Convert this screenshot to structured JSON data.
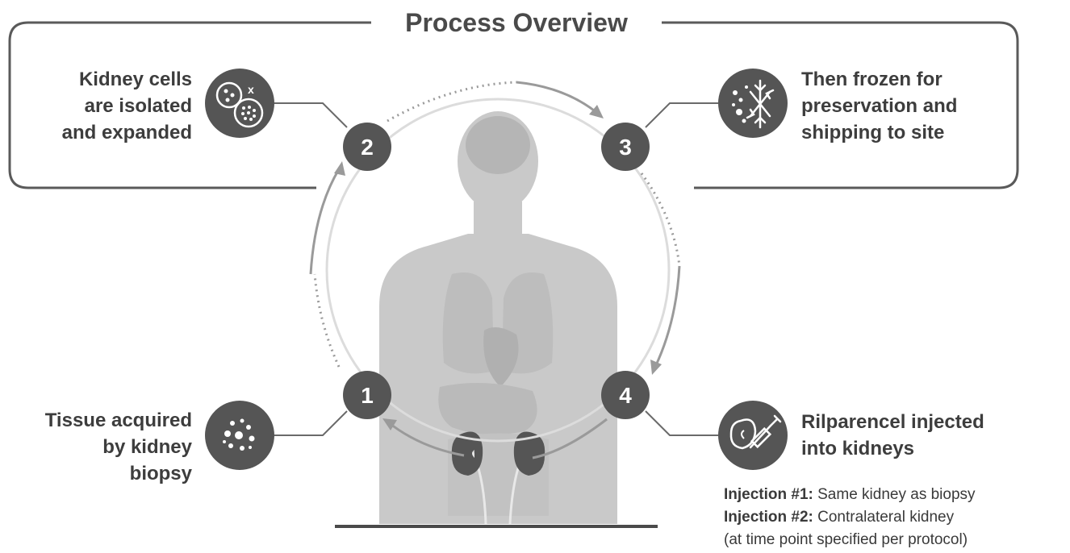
{
  "title": "Process Overview",
  "steps": [
    {
      "number": "1",
      "text": "Tissue acquired\nby kidney\nbiopsy",
      "icon": "cells-dots-icon"
    },
    {
      "number": "2",
      "text": "Kidney cells\nare isolated\nand expanded",
      "icon": "cell-expansion-icon"
    },
    {
      "number": "3",
      "text": "Then frozen for\npreservation and\nshipping to site",
      "icon": "snowflake-icon"
    },
    {
      "number": "4",
      "text": "Rilparencel injected\ninto kidneys",
      "icon": "kidney-syringe-icon"
    }
  ],
  "notes": [
    {
      "label": "Injection #1:",
      "text": " Same kidney as biopsy"
    },
    {
      "label": "Injection #2:",
      "text": " Contralateral kidney"
    },
    {
      "label": "",
      "text": "(at time point specified per protocol)"
    }
  ],
  "colors": {
    "dark_circle": "#555555",
    "frame": "#5a5a5a",
    "body": "#c9c9c9",
    "organs": "#bdbdbd",
    "kidney": "#555555",
    "arrow": "#9a9a9a"
  }
}
